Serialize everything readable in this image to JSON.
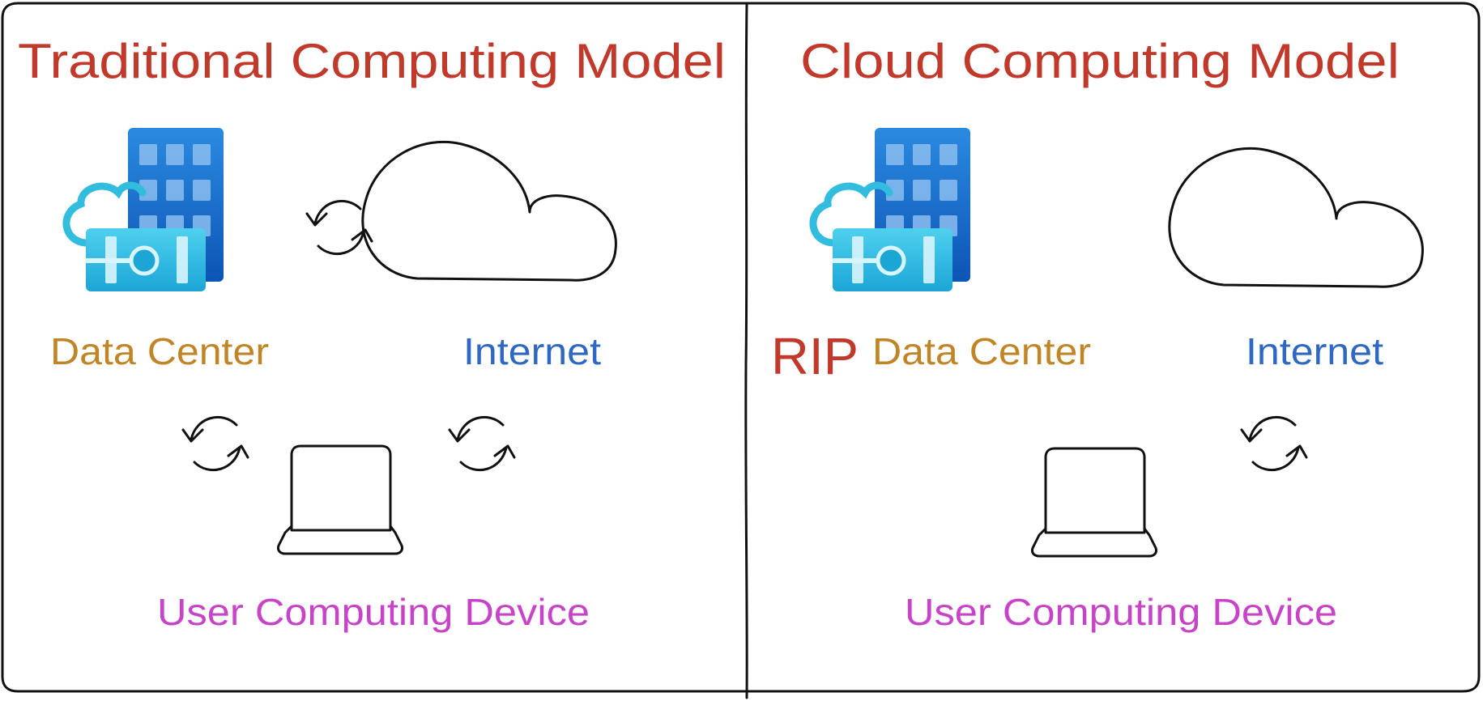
{
  "colors": {
    "title": "#c0392b",
    "data_center": "#c08527",
    "internet": "#2f68c2",
    "device": "#c744c8",
    "rip": "#c0392b",
    "outline": "#111111"
  },
  "traditional": {
    "title": "Traditional Computing Model",
    "data_center_label": "Data Center",
    "internet_label": "Internet",
    "device_label": "User Computing Device"
  },
  "cloud": {
    "title": "Cloud Computing Model",
    "rip_label": "RIP",
    "data_center_label": "Data Center",
    "internet_label": "Internet",
    "device_label": "User Computing Device"
  },
  "icons": [
    "azure-datacenter-icon",
    "cloud-icon",
    "laptop-icon",
    "sync-icon"
  ]
}
